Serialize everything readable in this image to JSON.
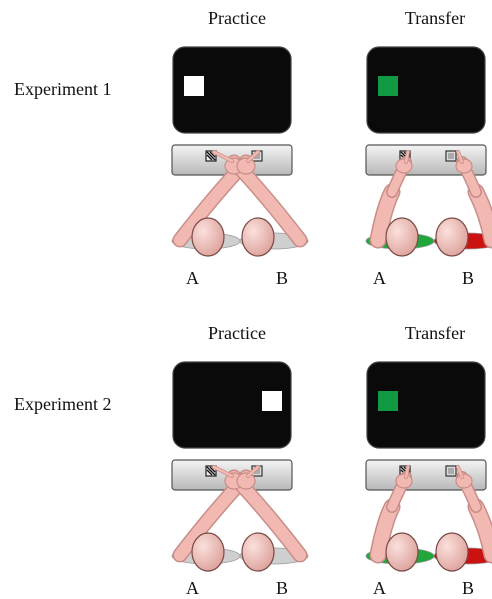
{
  "colors": {
    "screen": "#0a0a0a",
    "stimulus_practice": "#ffffff",
    "stimulus_transfer": "#119944",
    "skin": "#f2b9b3",
    "skin_dark": "#c98d88",
    "left_base_transfer": "#21a63c",
    "right_base_transfer": "#cc1111",
    "base_practice": "#cfcfcf"
  },
  "experiments": [
    {
      "label": "Experiment 1",
      "panels": [
        {
          "title": "Practice",
          "stimulus_side": "left",
          "stimulus_color": "white",
          "hands": "crossed",
          "key_left_label": "A",
          "key_right_label": "B"
        },
        {
          "title": "Transfer",
          "stimulus_side": "left",
          "stimulus_color": "green",
          "hands": "uncrossed",
          "key_left_label": "A",
          "key_right_label": "B"
        }
      ]
    },
    {
      "label": "Experiment 2",
      "panels": [
        {
          "title": "Practice",
          "stimulus_side": "right",
          "stimulus_color": "white",
          "hands": "crossed",
          "key_left_label": "A",
          "key_right_label": "B"
        },
        {
          "title": "Transfer",
          "stimulus_side": "left",
          "stimulus_color": "green",
          "hands": "uncrossed",
          "key_left_label": "A",
          "key_right_label": "B"
        }
      ]
    }
  ]
}
